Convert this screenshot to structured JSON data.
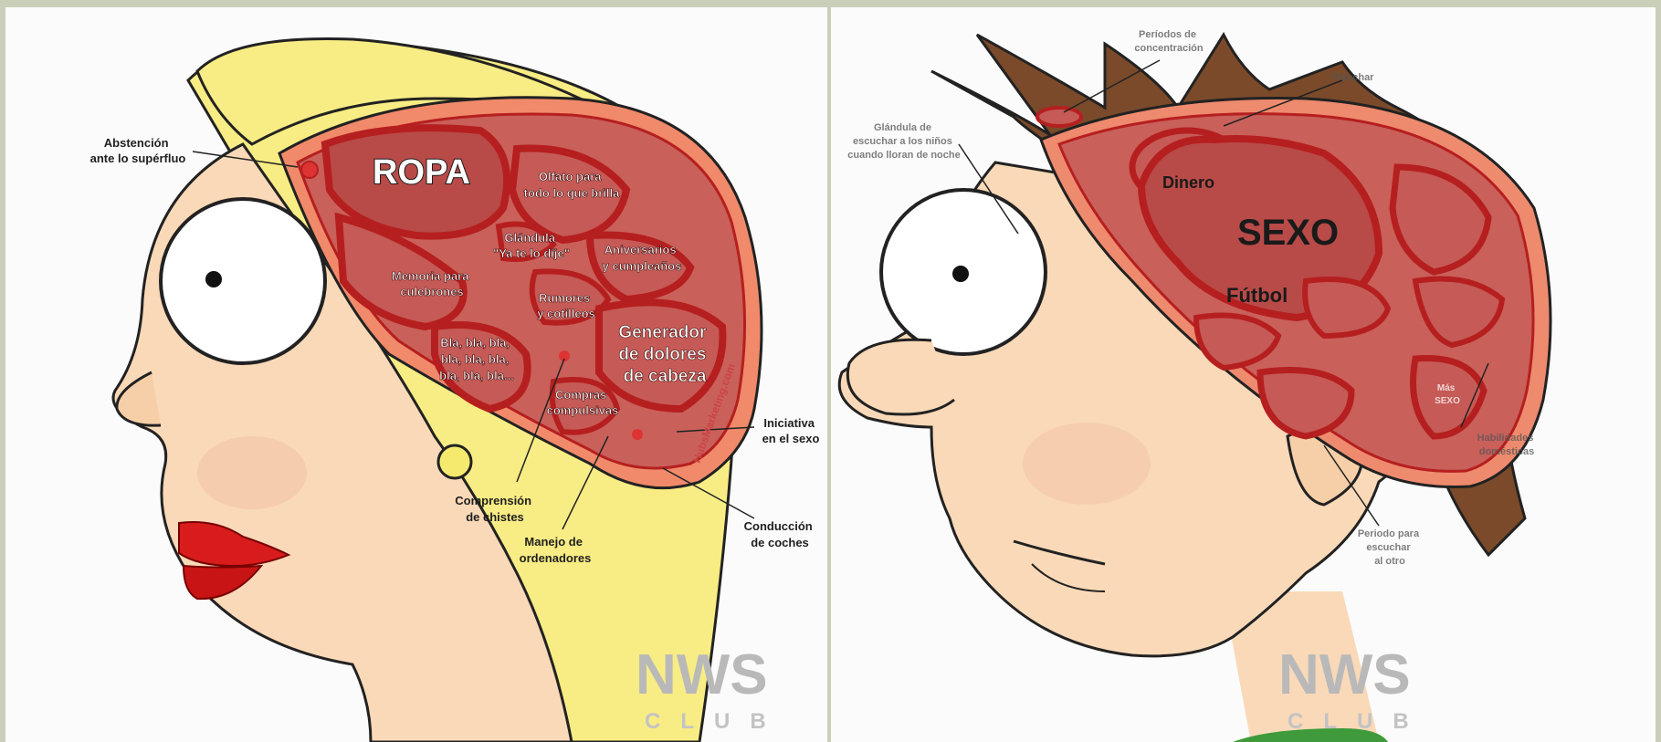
{
  "left_panel": {
    "labels": {
      "abstencion": [
        "Abstención",
        "ante lo supérfluo"
      ],
      "ropa": "ROPA",
      "olfato": [
        "Olfato para",
        "todo lo que brilla"
      ],
      "glandula": [
        "Glándula",
        "\"Ya te lo dije\""
      ],
      "aniversarios": [
        "Aniversarios",
        "y cumpleaños"
      ],
      "memoria": [
        "Memoria para",
        "culebrones"
      ],
      "rumores": [
        "Rumores",
        "y cotilleos"
      ],
      "generador": [
        "Generador",
        "de dolores",
        "de cabeza"
      ],
      "bla": [
        "Bla, bla, bla,",
        "bla, bla, bla,",
        "bla, bla, bla..."
      ],
      "compras": [
        "Compras",
        "compulsivas"
      ],
      "iniciativa": [
        "Iniciativa",
        "en el sexo"
      ],
      "comprension": [
        "Comprensión",
        "de chistes"
      ],
      "manejo": [
        "Manejo de",
        "ordenadores"
      ],
      "conduccion": [
        "Conducción",
        "de coches"
      ]
    },
    "watermark": {
      "big": "NWS",
      "small": "CLUB"
    }
  },
  "right_panel": {
    "labels": {
      "periodos": [
        "Períodos de",
        "concentración"
      ],
      "planchar": "Planchar",
      "glandula": [
        "Glándula de",
        "escuchar a los niños",
        "cuando lloran de noche"
      ],
      "dinero": "Dinero",
      "sexo": "SEXO",
      "futbol": "Fútbol",
      "habilidades": [
        "Habilidades",
        "domésticas"
      ],
      "periodo_escuchar": [
        "Periodo para",
        "escuchar",
        "al otro"
      ],
      "mas_sexo": [
        "Más",
        "SEXO"
      ]
    },
    "watermark": {
      "big": "NWS",
      "small": "CLUB"
    }
  },
  "colors": {
    "brain": "#c9605a",
    "brain_border": "#b61f1f",
    "skin": "#f9d9b8",
    "hair_blonde": "#f8ec84",
    "hair_brown": "#7a4a2a",
    "lips": "#d81c1c",
    "frame": "#c9cfb9"
  }
}
